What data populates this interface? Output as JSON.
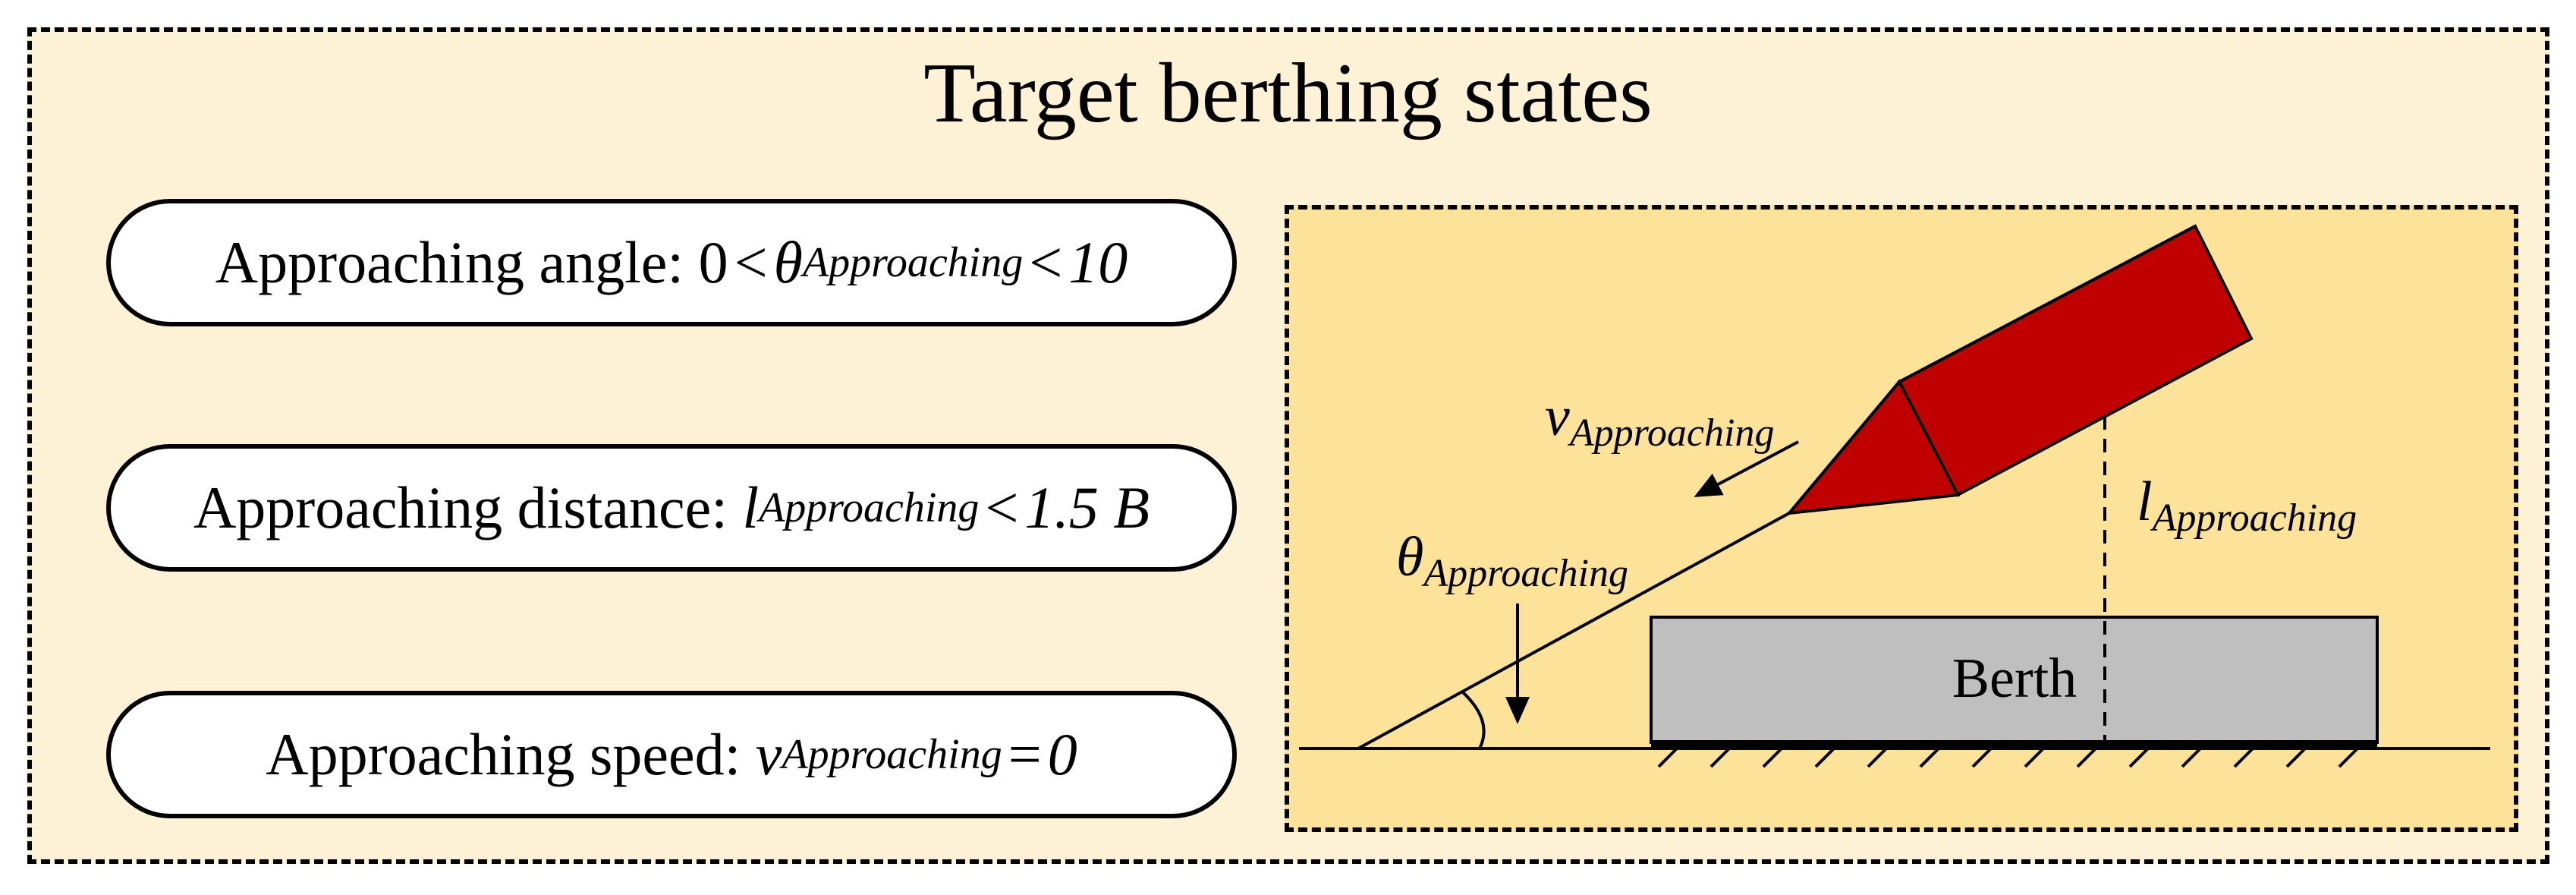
{
  "title": "Target berthing states",
  "conditions": {
    "angle": {
      "label": "Approaching angle: ",
      "lower": "0",
      "lt1": "<",
      "symbol": "θ",
      "subscript": "Approaching",
      "lt2": "<",
      "upper": "10"
    },
    "distance": {
      "label": "Approaching distance: ",
      "symbol": "l",
      "subscript": "Approaching",
      "lt": "<",
      "value": "1.5 B"
    },
    "speed": {
      "label": "Approaching speed: ",
      "symbol": "v",
      "subscript": "Approaching",
      "eq": "=",
      "value": "0"
    }
  },
  "diagram": {
    "berth_label": "Berth",
    "velocity": {
      "symbol": "v",
      "subscript": "Approaching"
    },
    "distance": {
      "symbol": "l",
      "subscript": "Approaching"
    },
    "angle": {
      "symbol": "θ",
      "subscript": "Approaching"
    },
    "colors": {
      "ship": "#c00000",
      "berth": "#bfbfbf",
      "panel": "#fde39a",
      "background": "#fdf2d5"
    }
  }
}
